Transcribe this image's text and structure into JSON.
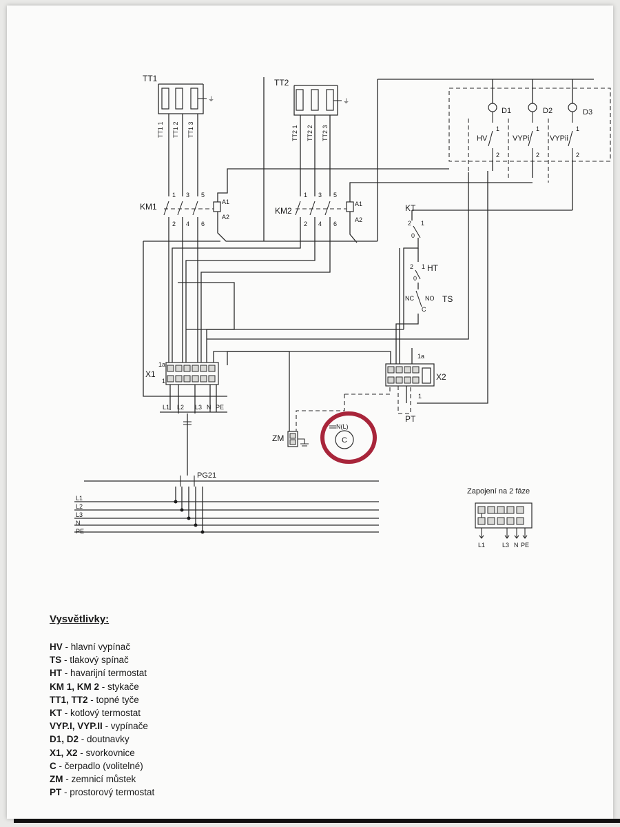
{
  "diagram": {
    "heaters": {
      "tt1": {
        "label": "TT1",
        "terminals": [
          "TT1 1",
          "TT1 2",
          "TT1 3"
        ]
      },
      "tt2": {
        "label": "TT2",
        "terminals": [
          "TT2 1",
          "TT2 2",
          "TT2 3"
        ]
      }
    },
    "contactors": {
      "km1": {
        "label": "KM1",
        "top_pins": [
          "1",
          "3",
          "5"
        ],
        "bottom_pins": [
          "2",
          "4",
          "6"
        ],
        "coil": [
          "A1",
          "A2"
        ]
      },
      "km2": {
        "label": "KM2",
        "top_pins": [
          "1",
          "3",
          "5"
        ],
        "bottom_pins": [
          "2",
          "4",
          "6"
        ],
        "coil": [
          "A1",
          "A2"
        ]
      }
    },
    "switch_panel": {
      "lamps": [
        "D1",
        "D2",
        "D3"
      ],
      "switches": [
        "HV",
        "VYPi",
        "VYPii"
      ],
      "pin_top": "1",
      "pin_bottom": "2"
    },
    "kt": {
      "label": "KT",
      "pins": [
        "2",
        "1",
        "0"
      ]
    },
    "ht": {
      "label": "HT",
      "pins": [
        "2",
        "1",
        "0"
      ]
    },
    "ts": {
      "label": "TS",
      "pins": [
        "NC",
        "NO",
        "C"
      ]
    },
    "x1": {
      "label": "X1",
      "tag_top": "1a",
      "tag_bottom": "1",
      "terminals": [
        "L1",
        "L2",
        "L3",
        "N",
        "PE"
      ]
    },
    "x2": {
      "label": "X2",
      "tag_top": "1a",
      "tag_bottom": "1"
    },
    "pt": {
      "label": "PT"
    },
    "zm": {
      "label": "ZM"
    },
    "pump": {
      "label": "C",
      "pins": "N(L)",
      "highlight_color": "#a8253a"
    },
    "gland": {
      "label": "PG21"
    },
    "supply_lines": [
      "L1",
      "L2",
      "L3",
      "N",
      "PE"
    ],
    "two_phase": {
      "title": "Zapojení na 2 fáze",
      "terminals": [
        "L1",
        "L3",
        "N",
        "PE"
      ]
    }
  },
  "legend": {
    "title": "Vysvětlivky:",
    "items": [
      {
        "key": "HV",
        "text": " - hlavní vypínač"
      },
      {
        "key": "TS",
        "text": " - tlakový spínač"
      },
      {
        "key": "HT",
        "text": " - havarijní termostat"
      },
      {
        "key": "KM 1, KM 2",
        "text": " - stykače"
      },
      {
        "key": "TT1, TT2",
        "text": " - topné tyče"
      },
      {
        "key": "KT",
        "text": " - kotlový termostat"
      },
      {
        "key": "VYP.I, VYP.II",
        "text": " - vypínače"
      },
      {
        "key": "D1, D2",
        "text": " - doutnavky"
      },
      {
        "key": "X1, X2",
        "text": " - svorkovnice"
      },
      {
        "key": "C",
        "text": " - čerpadlo (volitelné)"
      },
      {
        "key": "ZM",
        "text": " - zemnicí můstek"
      },
      {
        "key": "PT",
        "text": " - prostorový termostat"
      }
    ]
  }
}
